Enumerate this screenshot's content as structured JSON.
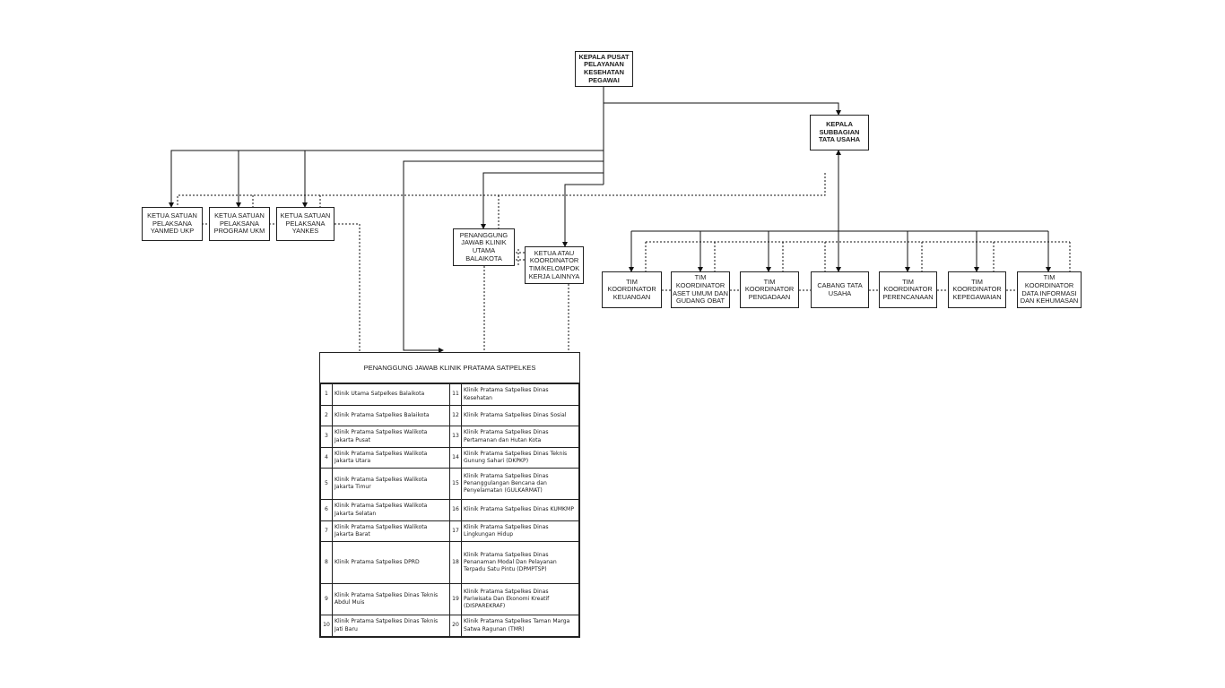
{
  "org_chart": {
    "head": "KEPALA PUSAT\nPELAYANAN\nKESEHATAN\nPEGAWAI",
    "subbagian": "KEPALA\nSUBBAGIAN\nTATA USAHA",
    "ketua_yanmed": "KETUA SATUAN\nPELAKSANA\nYANMED UKP",
    "ketua_ukm": "KETUA SATUAN\nPELAKSANA\nPROGRAM UKM",
    "ketua_yankes": "KETUA SATUAN\nPELAKSANA\nYANKES",
    "pj_balaikota": "PENANGGUNG\nJAWAB KLINIK\nUTAMA\nBALAIKOTA",
    "koordinator_lain": "KETUA ATAU\nKOORDINATOR\nTIM/KELOMPOK\nKERJA LAINNYA",
    "teams": {
      "keuangan": "TIM\nKOORDINATOR\nKEUANGAN",
      "aset": "TIM\nKOORDINATOR\nASET UMUM DAN\nGUDANG OBAT",
      "pengadaan": "TIM\nKOORDINATOR\nPENGADAAN",
      "cabang": "CABANG TATA\nUSAHA",
      "perencanaan": "TIM\nKOORDINATOR\nPERENCANAAN",
      "kepegawaian": "TIM\nKOORDINATOR\nKEPEGAWAIAN",
      "data": "TIM\nKOORDINATOR\nDATA INFORMASI\nDAN KEHUMASAN"
    }
  },
  "clinic_table": {
    "title": "PENANGGUNG JAWAB KLINIK PRATAMA SATPELKES",
    "rows": [
      {
        "n1": "1",
        "c1": "Klinik Utama Satpelkes Balaikota",
        "n2": "11",
        "c2": "Klinik Pratama Satpelkes Dinas Kesehatan"
      },
      {
        "n1": "2",
        "c1": "Klinik Pratama Satpelkes Balaikota",
        "n2": "12",
        "c2": "Klinik Pratama Satpelkes Dinas Sosial"
      },
      {
        "n1": "3",
        "c1": "Klinik Pratama Satpelkes Walikota Jakarta Pusat",
        "n2": "13",
        "c2": "Klinik Pratama Satpelkes Dinas Pertamanan dan Hutan Kota"
      },
      {
        "n1": "4",
        "c1": "Klinik Pratama Satpelkes Walikota Jakarta Utara",
        "n2": "14",
        "c2": "Klinik Pratama Satpelkes Dinas Teknis Gunung Sahari (DKPKP)"
      },
      {
        "n1": "5",
        "c1": "Klinik Pratama Satpelkes Walikota Jakarta Timur",
        "n2": "15",
        "c2": "Klinik Pratama Satpelkes Dinas Penanggulangan Bencana dan Penyelamatan (GULKARMAT)"
      },
      {
        "n1": "6",
        "c1": "Klinik Pratama Satpelkes Walikota Jakarta Selatan",
        "n2": "16",
        "c2": "Klinik Pratama Satpelkes Dinas KUMKMP"
      },
      {
        "n1": "7",
        "c1": "Klinik Pratama Satpelkes Walikota Jakarta Barat",
        "n2": "17",
        "c2": "Klinik Pratama Satpelkes Dinas Lingkungan Hidup"
      },
      {
        "n1": "8",
        "c1": "Klinik Pratama Satpelkes DPRD",
        "n2": "18",
        "c2": "Klinik Pratama Satpelkes Dinas Penanaman Modal Dan Pelayanan Terpadu Satu Pintu (DPMPTSP)"
      },
      {
        "n1": "9",
        "c1": "Klinik Pratama Satpelkes Dinas Teknis Abdul Muis",
        "n2": "19",
        "c2": "Klinik Pratama Satpelkes Dinas Pariwisata Dan Ekonomi Kreatif (DISPAREKRAF)"
      },
      {
        "n1": "10",
        "c1": "Klinik Pratama Satpelkes Dinas Teknis Jati Baru",
        "n2": "20",
        "c2": "Klinik Pratama Satpelkes Taman Marga Satwa Ragunan (TMR)"
      }
    ]
  }
}
